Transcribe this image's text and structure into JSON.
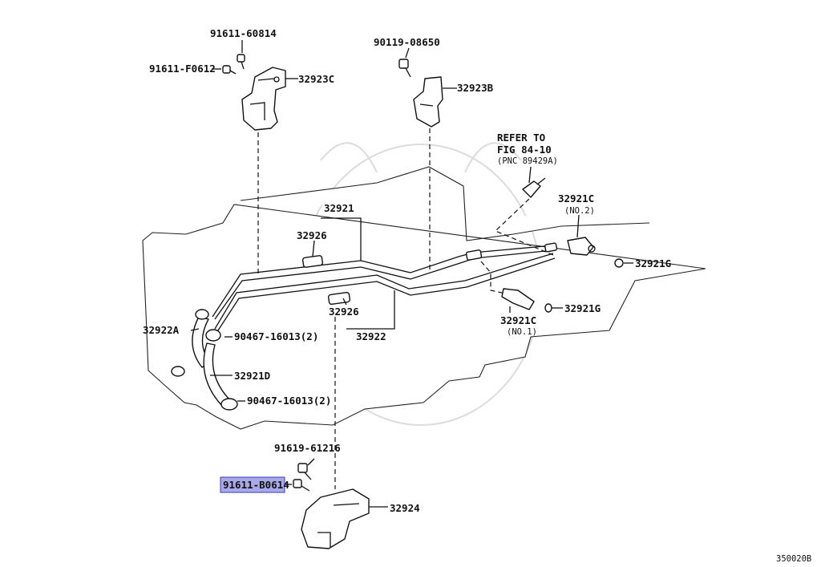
{
  "diagram": {
    "highlighted_part": "91611-B0614",
    "labels": {
      "p91611_60814": "91611-60814",
      "p91611_f0612": "91611-F0612",
      "p32923c": "32923C",
      "p90119_08650": "90119-08650",
      "p32923b": "32923B",
      "refer1": "REFER TO",
      "refer2": "FIG 84-10",
      "refer3": "(PNC 89429A)",
      "p32921c_top": "32921C",
      "no2": "(NO.2)",
      "p32921g_top": "32921G",
      "p32921": "32921",
      "p32926_top": "32926",
      "p32926_bot": "32926",
      "p32922": "32922",
      "p32921c_bot": "32921C",
      "no1": "(NO.1)",
      "p32921g_bot": "32921G",
      "p32922a": "32922A",
      "p90467_a": "90467-16013(2)",
      "p32921d": "32921D",
      "p90467_b": "90467-16013(2)",
      "p91619_61216": "91619-61216",
      "p91611_b0614": "91611-B0614",
      "p32924": "32924",
      "fig_code": "350020B"
    }
  }
}
